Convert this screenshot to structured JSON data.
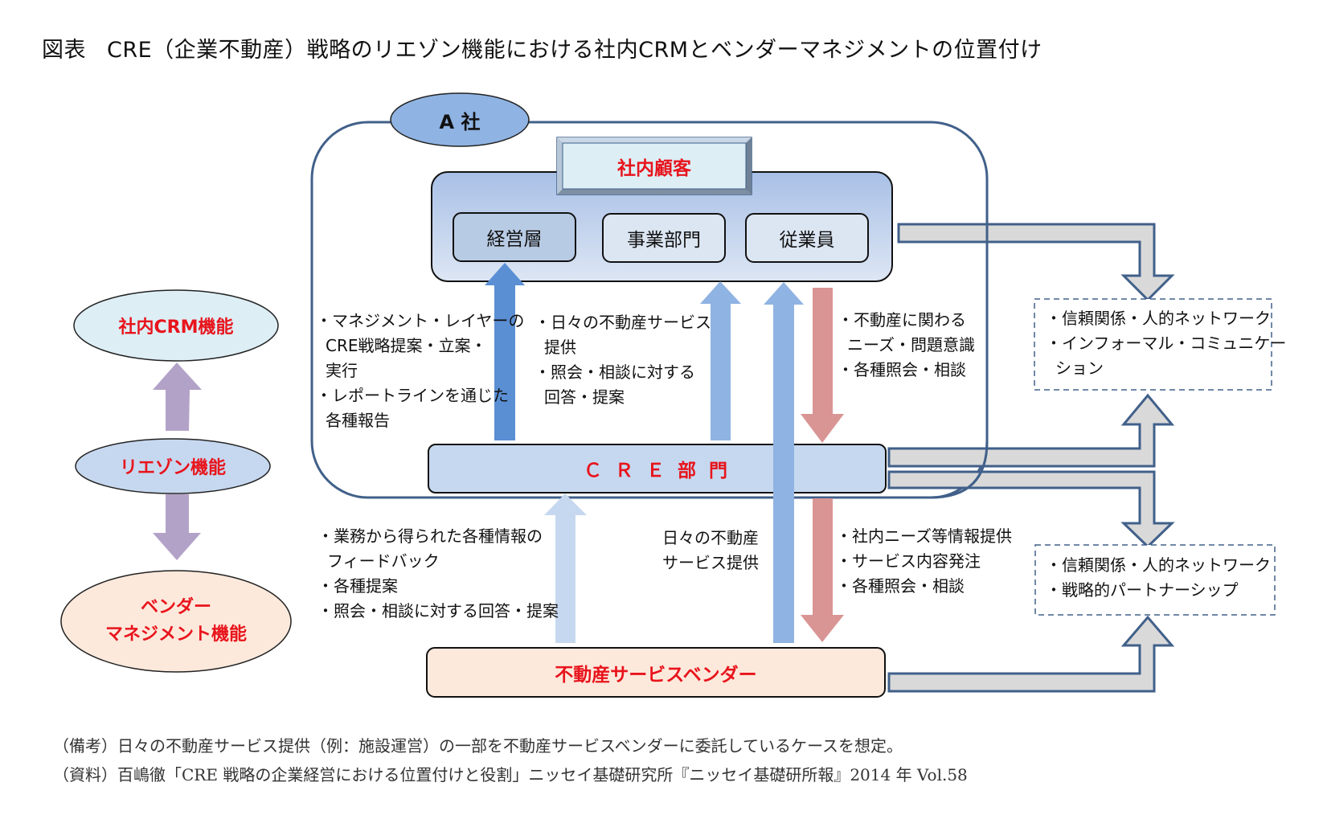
{
  "title": {
    "lead": "図表",
    "text": "CRE（企業不動産）戦略のリエゾン機能における社内CRMとベンダーマネジメントの位置付け"
  },
  "company": {
    "label": "A 社"
  },
  "internal_customer": {
    "label": "社内顧客",
    "units": [
      "経営層",
      "事業部門",
      "従業員"
    ]
  },
  "cre_department": {
    "label": "Ｃ Ｒ Ｅ 部 門"
  },
  "vendor": {
    "label": "不動産サービスベンダー"
  },
  "functions": {
    "crm": "社内CRM機能",
    "liaison": "リエゾン機能",
    "vendor_mgmt_line1": "ベンダー",
    "vendor_mgmt_line2": "マネジメント機能"
  },
  "flows": {
    "management_up": [
      "・マネジメント・レイヤーの",
      "CRE戦略提案・立案・",
      "実行",
      "・レポートラインを通じた",
      "各種報告"
    ],
    "service_up": [
      "・日々の不動産サービス",
      "提供",
      "・照会・相談に対する",
      "回答・提案"
    ],
    "needs_down": [
      "・不動産に関わる",
      "ニーズ・問題意識",
      "・各種照会・相談"
    ],
    "vendor_feedback_up": [
      "・業務から得られた各種情報の",
      "フィードバック",
      "・各種提案",
      "・照会・相談に対する回答・提案"
    ],
    "vendor_service": [
      "日々の不動産",
      "サービス提供"
    ],
    "vendor_order_down": [
      "・社内ニーズ等情報提供",
      "・サービス内容発注",
      "・各種照会・相談"
    ]
  },
  "outcomes": {
    "internal": [
      "・信頼関係・人的ネットワーク",
      "・インフォーマル・コミュニケー",
      "ション"
    ],
    "vendor": [
      "・信頼関係・人的ネットワーク",
      "・戦略的パートナーシップ"
    ]
  },
  "notes": {
    "remark": "（備考）日々の不動産サービス提供（例：施設運営）の一部を不動産サービスベンダーに委託しているケースを想定。",
    "source": "（資料）百嶋徹「CRE 戦略の企業経営における位置付けと役割」ニッセイ基礎研究所『ニッセイ基礎研所報』2014 年 Vol.58"
  },
  "colors": {
    "label_red": "#e8141c",
    "frame_blue": "#41608a",
    "arrow_dark_blue": "#5a8fd4",
    "arrow_mid_blue": "#8fb3e2",
    "arrow_light_blue": "#c6d8ef",
    "arrow_red": "#d99594",
    "arrow_purple": "#b3a2c7",
    "connector_gray": "#d9d9d9"
  }
}
